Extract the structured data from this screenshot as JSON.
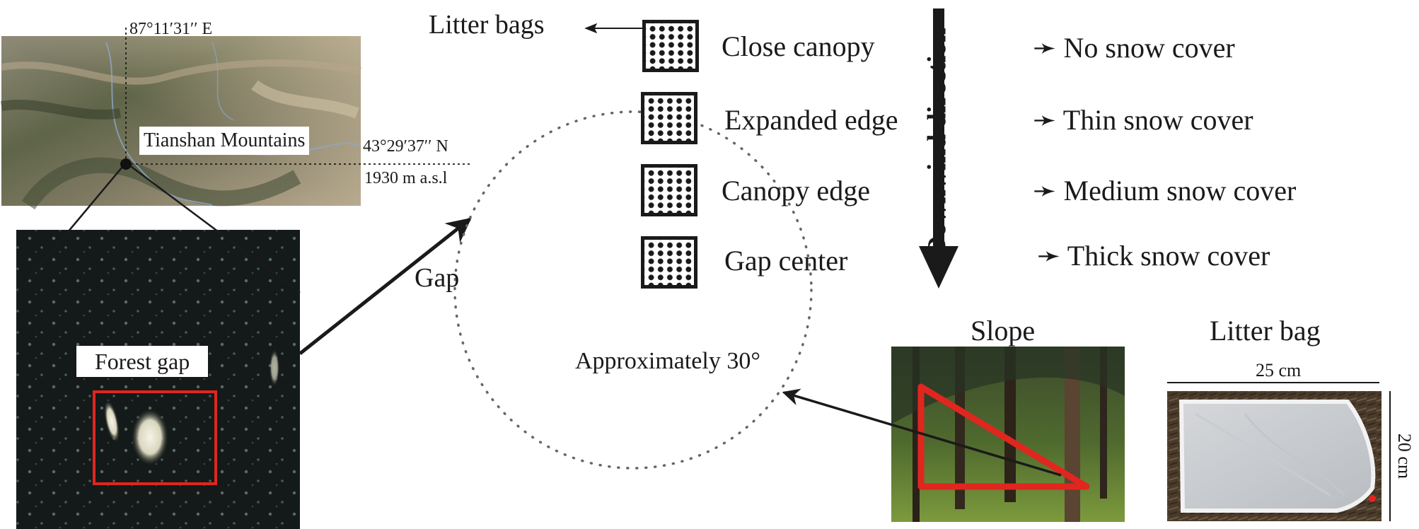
{
  "map": {
    "longitude": "87°11′31′′ E",
    "latitude": "43°29′37′′ N",
    "elevation": "1930 m a.s.l",
    "region_label": "Tianshan Mountains",
    "inset_label": "Forest gap"
  },
  "diagram": {
    "gap_label": "Gap",
    "litter_bags_label": "Litter bags",
    "angle_label": "Approximately 30°",
    "direction_label": "Downwind direction",
    "positions": [
      {
        "label": "Close canopy",
        "snow": "No snow cover"
      },
      {
        "label": "Expanded edge",
        "snow": "Thin snow cover"
      },
      {
        "label": "Canopy edge",
        "snow": "Medium snow cover"
      },
      {
        "label": "Gap center",
        "snow": "Thick snow cover"
      }
    ]
  },
  "photos": {
    "slope_title": "Slope",
    "bag_title": "Litter bag",
    "bag_width": "25 cm",
    "bag_height": "20 cm"
  },
  "colors": {
    "highlight_red": "#e0261f",
    "ink": "#1a1a1a"
  }
}
